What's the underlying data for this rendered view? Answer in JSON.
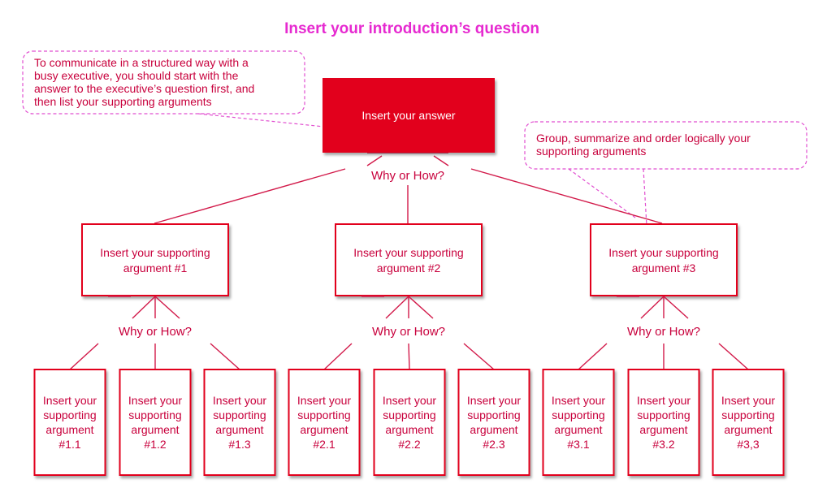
{
  "title": "Insert your introduction’s question",
  "answer": "Insert your answer",
  "callouts": {
    "left": [
      "To communicate in a structured way with a",
      "busy executive, you should start with the",
      "answer to the executive’s question first, and",
      "then list your supporting arguments"
    ],
    "right": [
      "Group, summarize and order logically your",
      "supporting arguments"
    ]
  },
  "why_or_how": "Why or How?",
  "arguments": [
    {
      "lines": [
        "Insert your supporting",
        "argument #1"
      ],
      "children": [
        [
          "Insert your",
          "supporting",
          "argument",
          "#1.1"
        ],
        [
          "Insert your",
          "supporting",
          "argument",
          "#1.2"
        ],
        [
          "Insert your",
          "supporting",
          "argument",
          "#1.3"
        ]
      ]
    },
    {
      "lines": [
        "Insert your supporting",
        "argument #2"
      ],
      "children": [
        [
          "Insert your",
          "supporting",
          "argument",
          "#2.1"
        ],
        [
          "Insert your",
          "supporting",
          "argument",
          "#2.2"
        ],
        [
          "Insert your",
          "supporting",
          "argument",
          "#2.3"
        ]
      ]
    },
    {
      "lines": [
        "Insert your supporting",
        "argument #3"
      ],
      "children": [
        [
          "Insert your",
          "supporting",
          "argument",
          "#3.1"
        ],
        [
          "Insert your",
          "supporting",
          "argument",
          "#3.2"
        ],
        [
          "Insert your",
          "supporting",
          "argument",
          "#3,3"
        ]
      ]
    }
  ]
}
